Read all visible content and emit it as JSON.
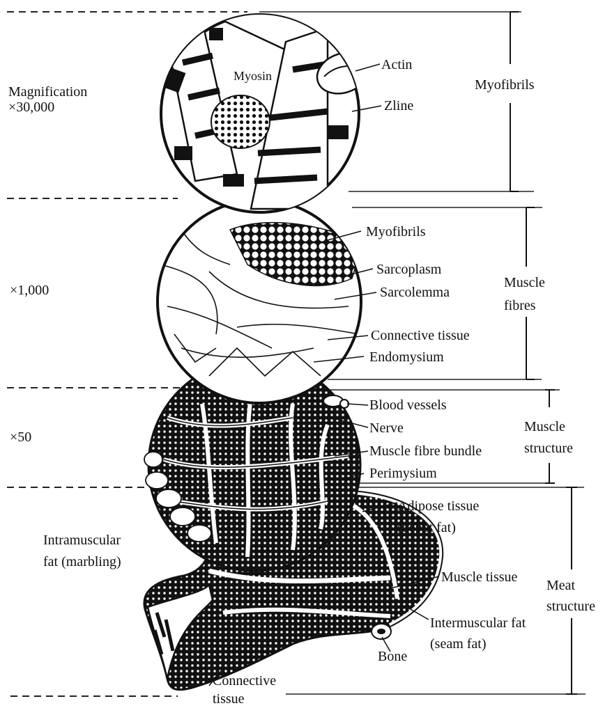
{
  "magnifications": {
    "myofibril_level": "Magnification\n×30,000",
    "fibre_level": "×1,000",
    "muscle_level": "×50"
  },
  "labels": {
    "myosin": "Myosin",
    "actin": "Actin",
    "zline": "Zline",
    "myofibrils": "Myofibrils",
    "sarcoplasm": "Sarcoplasm",
    "sarcolemma": "Sarcolemma",
    "connective_tissue": "Connective tissue",
    "endomysium": "Endomysium",
    "blood_vessels": "Blood vessels",
    "nerve": "Nerve",
    "muscle_fibre_bundle": "Muscle fibre bundle",
    "perimysium": "Perimysium",
    "adipose_tissue": "Adipose tissue\n(depot fat)",
    "intramuscular_fat": "Intramuscular\nfat (marbling)",
    "muscle_tissue": "Muscle tissue",
    "intermuscular_fat": "Intermuscular fat\n(seam fat)",
    "bone": "Bone",
    "connective_tissue_bottom": "Connective\ntissue"
  },
  "brackets": {
    "myofibrils": "Myofibrils",
    "muscle_fibres": "Muscle\nfibres",
    "muscle_structure": "Muscle\nstructure",
    "meat_structure": "Meat\nstructure"
  }
}
